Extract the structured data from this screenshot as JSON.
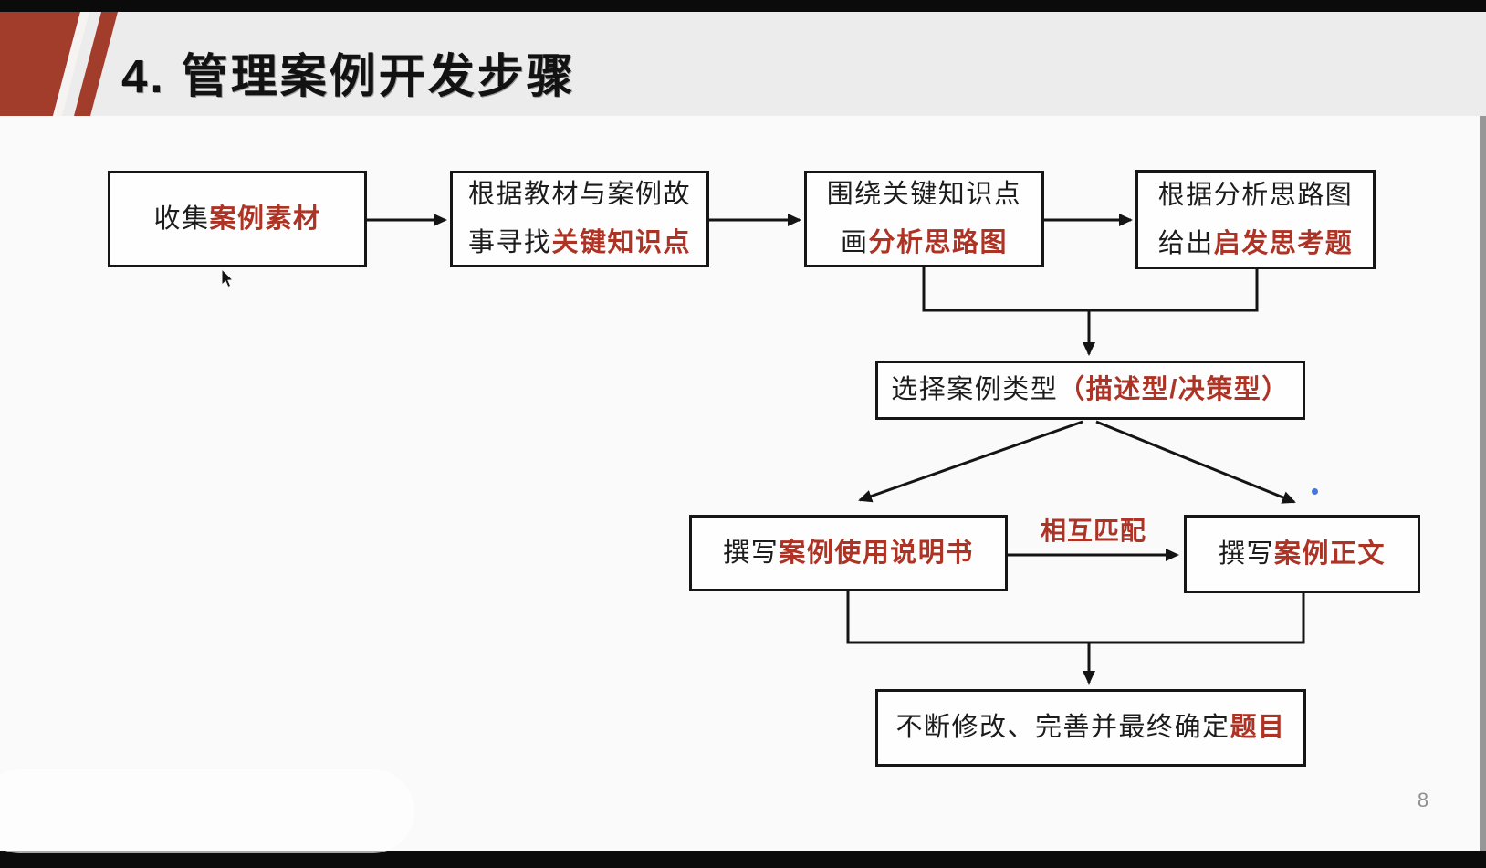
{
  "header": {
    "title": "4. 管理案例开发步骤"
  },
  "page_number": "8",
  "colors": {
    "text_red": "#AD3325",
    "text_black": "#1C1C1C",
    "accent_red": "#A23C2B",
    "band_gray": "#ECECEC",
    "bg": "#FAFAFA"
  },
  "flowchart": {
    "match_label": "相互匹配",
    "boxes": [
      {
        "name": "collect-case-material",
        "lines": [
          {
            "parts": [
              {
                "t": "收集",
                "c": "black"
              },
              {
                "t": "案例素材",
                "c": "red"
              }
            ]
          }
        ]
      },
      {
        "name": "find-key-knowledge-points",
        "lines": [
          {
            "parts": [
              {
                "t": "根据教材与案例故",
                "c": "black"
              }
            ]
          },
          {
            "parts": [
              {
                "t": "事寻找",
                "c": "black"
              },
              {
                "t": "关键知识点",
                "c": "red"
              }
            ]
          }
        ]
      },
      {
        "name": "draw-analysis-map",
        "lines": [
          {
            "parts": [
              {
                "t": "围绕关键知识点",
                "c": "black"
              }
            ]
          },
          {
            "parts": [
              {
                "t": "画",
                "c": "black"
              },
              {
                "t": "分析思路图",
                "c": "red"
              }
            ]
          }
        ]
      },
      {
        "name": "give-inspiring-questions",
        "lines": [
          {
            "parts": [
              {
                "t": "根据分析思路图",
                "c": "black"
              }
            ]
          },
          {
            "parts": [
              {
                "t": "给出",
                "c": "black"
              },
              {
                "t": "启发思考题",
                "c": "red"
              }
            ]
          }
        ]
      },
      {
        "name": "choose-case-type",
        "lines": [
          {
            "parts": [
              {
                "t": "选择案例类型",
                "c": "black"
              },
              {
                "t": "（描述型/决策型）",
                "c": "red"
              }
            ]
          }
        ]
      },
      {
        "name": "write-usage-manual",
        "lines": [
          {
            "parts": [
              {
                "t": "撰写",
                "c": "black"
              },
              {
                "t": "案例使用说明书",
                "c": "red"
              }
            ]
          }
        ]
      },
      {
        "name": "write-case-body",
        "lines": [
          {
            "parts": [
              {
                "t": "撰写",
                "c": "black"
              },
              {
                "t": "案例正文",
                "c": "red"
              }
            ]
          }
        ]
      },
      {
        "name": "finalize-topic",
        "lines": [
          {
            "parts": [
              {
                "t": "不断修改、完善并最终确定",
                "c": "black"
              },
              {
                "t": "题目",
                "c": "red"
              }
            ]
          }
        ]
      }
    ]
  }
}
